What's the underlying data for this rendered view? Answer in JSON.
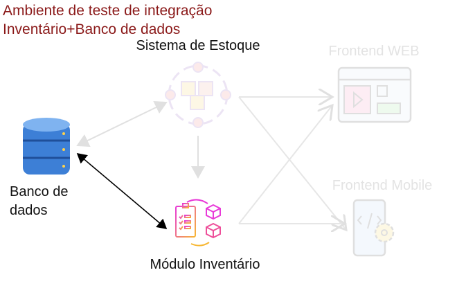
{
  "title": {
    "line1": "Ambiente de teste de integração",
    "line2": "Inventário+Banco de dados"
  },
  "nodes": {
    "stock": {
      "label": "Sistema de Estoque"
    },
    "database": {
      "label_line1": "Banco de",
      "label_line2": "dados"
    },
    "inventory": {
      "label": "Módulo Inventário"
    },
    "web": {
      "label": "Frontend WEB"
    },
    "mobile": {
      "label": "Frontend Mobile"
    }
  },
  "colors": {
    "title": "#8b1a1a",
    "active_edge": "#000000",
    "faded_edge": "#e0e0e0",
    "db_blue": "#3d7fd6"
  }
}
